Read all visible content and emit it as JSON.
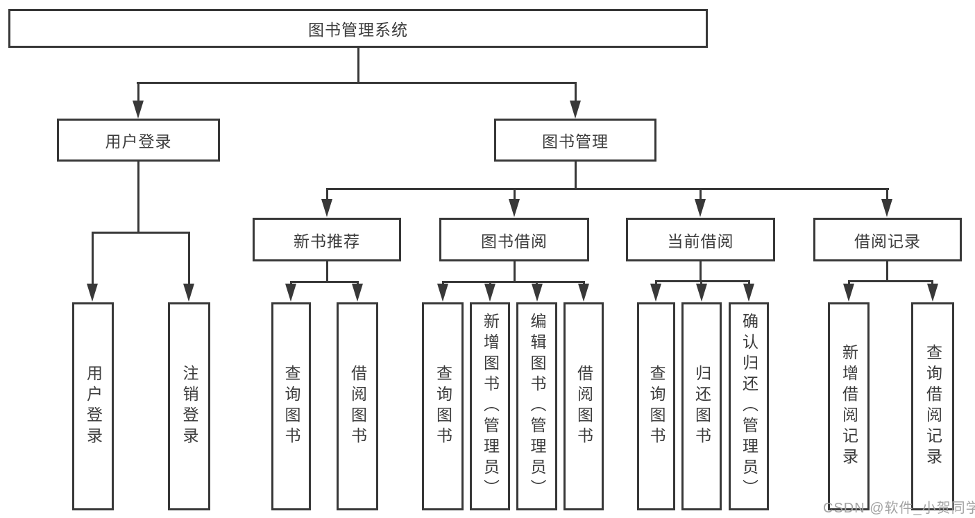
{
  "diagram_type": "hierarchy-tree",
  "tree": {
    "label": "图书管理系统",
    "children": [
      {
        "label": "用户登录",
        "children": [
          {
            "label": "用户登录"
          },
          {
            "label": "注销登录"
          }
        ]
      },
      {
        "label": "图书管理",
        "children": [
          {
            "label": "新书推荐",
            "children": [
              {
                "label": "查询图书"
              },
              {
                "label": "借阅图书"
              }
            ]
          },
          {
            "label": "图书借阅",
            "children": [
              {
                "label": "查询图书"
              },
              {
                "label": "新增图书（管理员）"
              },
              {
                "label": "编辑图书（管理员）"
              },
              {
                "label": "借阅图书"
              }
            ]
          },
          {
            "label": "当前借阅",
            "children": [
              {
                "label": "查询图书"
              },
              {
                "label": "归还图书"
              },
              {
                "label": "确认归还（管理员）"
              }
            ]
          },
          {
            "label": "借阅记录",
            "children": [
              {
                "label": "新增借阅记录"
              },
              {
                "label": "查询借阅记录"
              }
            ]
          }
        ]
      }
    ]
  },
  "watermark": "CSDN @软件_小贺同学",
  "colors": {
    "line": "#383838",
    "text": "#3c3c3c",
    "watermark": "#a3a3a3",
    "background": "#ffffff"
  }
}
